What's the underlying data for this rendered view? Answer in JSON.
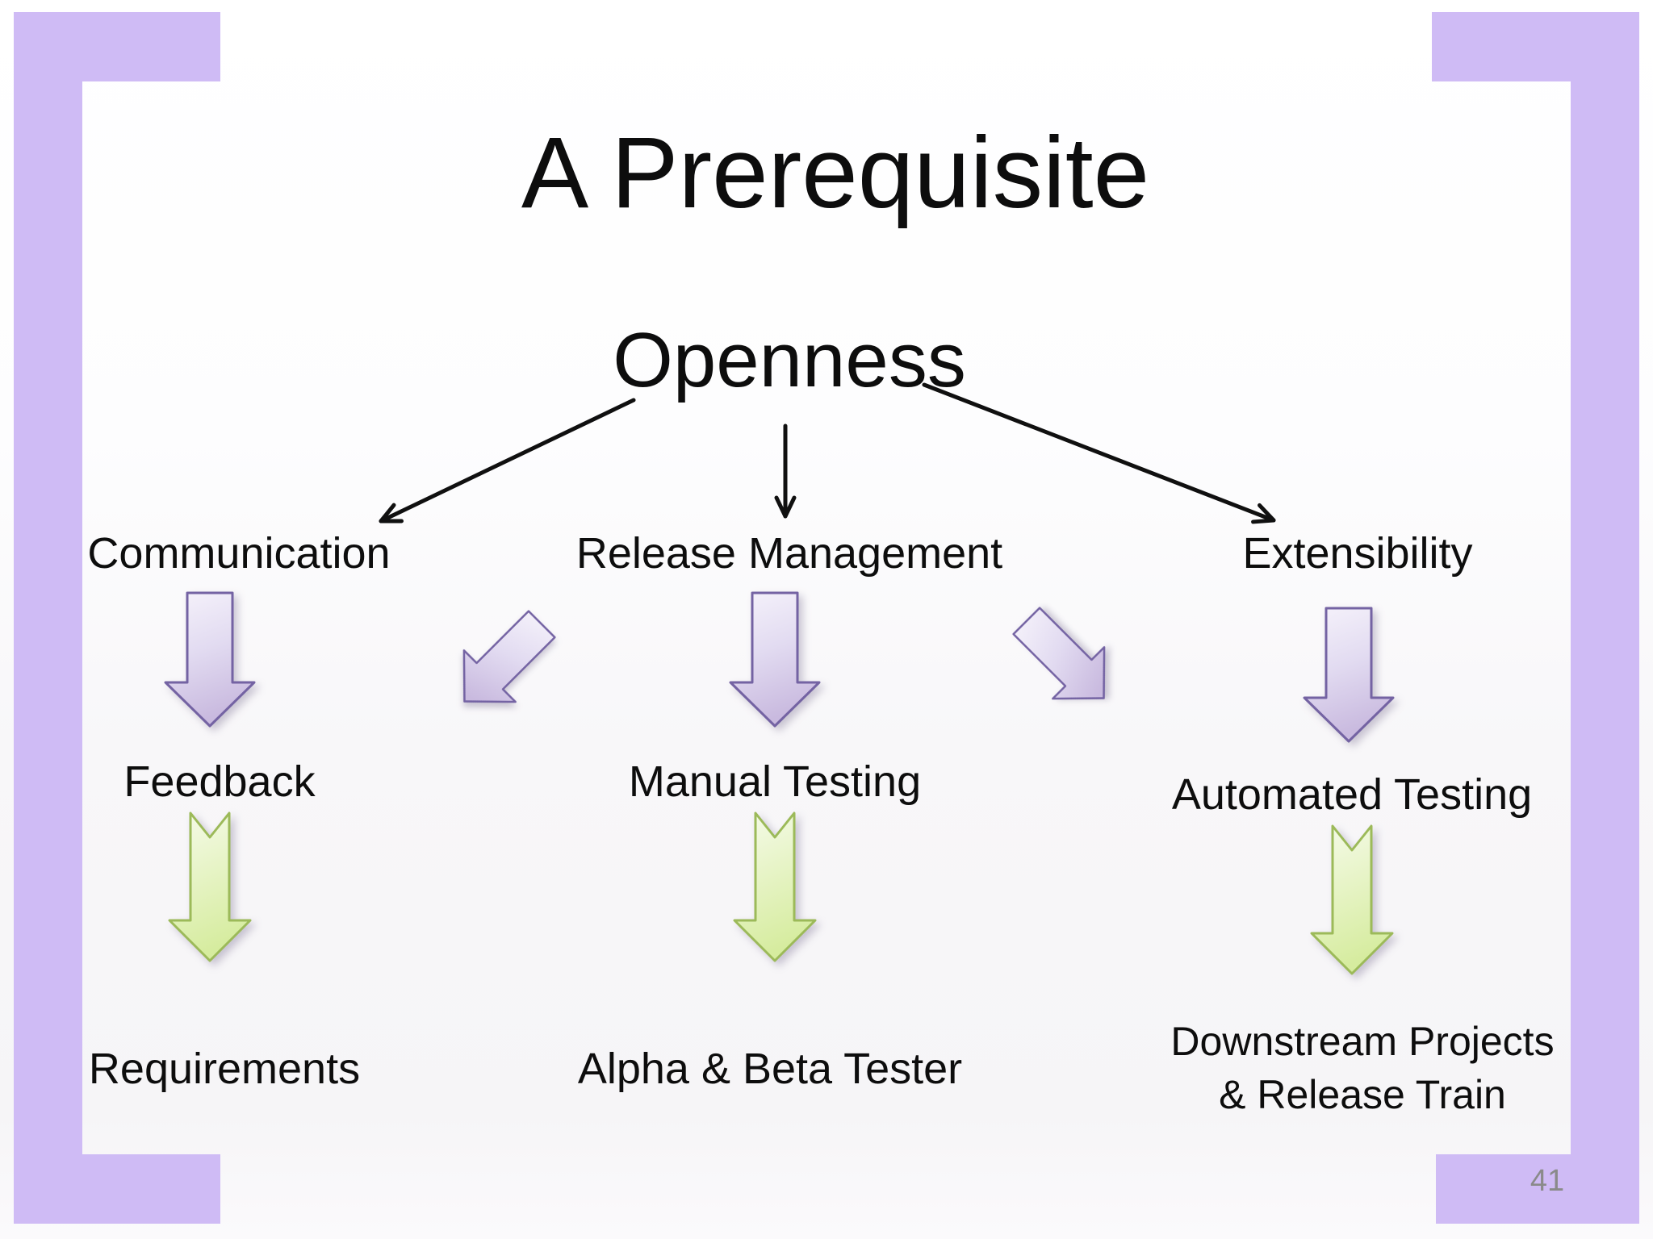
{
  "slide": {
    "title": "A Prerequisite",
    "central_concept": "Openness",
    "page_number": "41",
    "branches": [
      {
        "name": "Communication",
        "via": "Feedback",
        "outcome": "Requirements"
      },
      {
        "name": "Release Management",
        "via": "Manual Testing",
        "outcome": "Alpha & Beta Tester"
      },
      {
        "name": "Extensibility",
        "via": "Automated Testing",
        "outcome": "Downstream Projects & Release Train",
        "outcome_lines": [
          "Downstream Projects",
          "& Release Train"
        ]
      }
    ],
    "colors": {
      "frame": "#cfbbf5",
      "text": "#0d0d0d",
      "connector": "#101010",
      "purpleArrowBorder": "#7463a3",
      "purpleArrowLight": "#f6f3fb",
      "purpleArrowMid": "#e2dbf1",
      "purpleArrowDark": "#c9badf",
      "greenArrowBorder": "#9cba59",
      "greenArrowLight": "#f6fbea",
      "greenArrowDark": "#d6ec9f",
      "pageNumber": "#8a8a8a"
    }
  }
}
